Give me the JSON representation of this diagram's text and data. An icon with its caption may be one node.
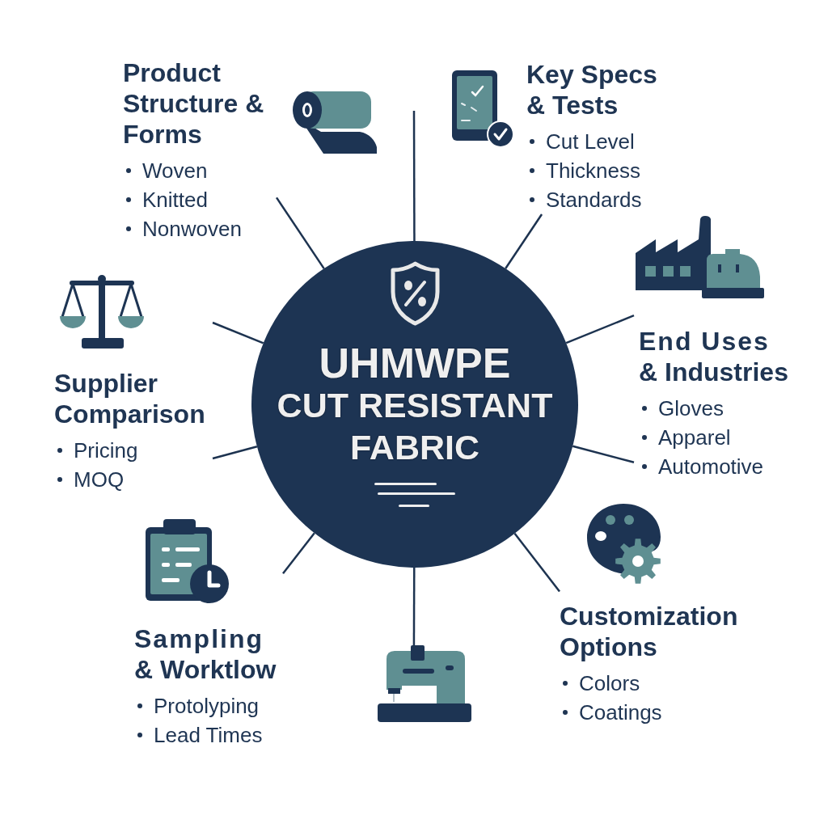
{
  "diagram": {
    "nodes": [
      {
        "text": [
          "UHMWPE CUT RESISTANT FABRIC"
        ]
      },
      {
        "text": [
          "Product Structure & Forms",
          "Woven",
          "Knitted",
          "Nonwoven"
        ]
      },
      {
        "text": [
          "Key Specs & Tests",
          "Cut Level",
          "Thickness",
          "Standards"
        ]
      },
      {
        "text": [
          "End Uses & Industries",
          "Gloves",
          "Apparel",
          "Automotive"
        ]
      },
      {
        "text": [
          "Customization Options",
          "Colors",
          "Coatings"
        ]
      },
      {
        "text": [],
        "shape": "picture"
      },
      {
        "text": [
          "Sampling & Worktlow",
          "Protolyping",
          "Lead Times"
        ]
      },
      {
        "text": [
          "Supplier Comparison",
          "Pricing",
          "MOQ"
        ]
      }
    ],
    "edges": [
      {
        "from": 0,
        "to": 1,
        "arrow": "none"
      },
      {
        "from": 0,
        "to": null,
        "arrow": "none"
      },
      {
        "from": 0,
        "to": 2,
        "arrow": "none"
      },
      {
        "from": 0,
        "to": 3,
        "arrow": "none"
      },
      {
        "from": 0,
        "to": 3,
        "arrow": "none"
      },
      {
        "from": 0,
        "to": 4,
        "arrow": "none"
      },
      {
        "from": 0,
        "to": 5,
        "arrow": "none"
      },
      {
        "from": 0,
        "to": 6,
        "arrow": "none"
      },
      {
        "from": 0,
        "to": 7,
        "arrow": "none"
      },
      {
        "from": 0,
        "to": 7,
        "arrow": "none"
      }
    ]
  }
}
